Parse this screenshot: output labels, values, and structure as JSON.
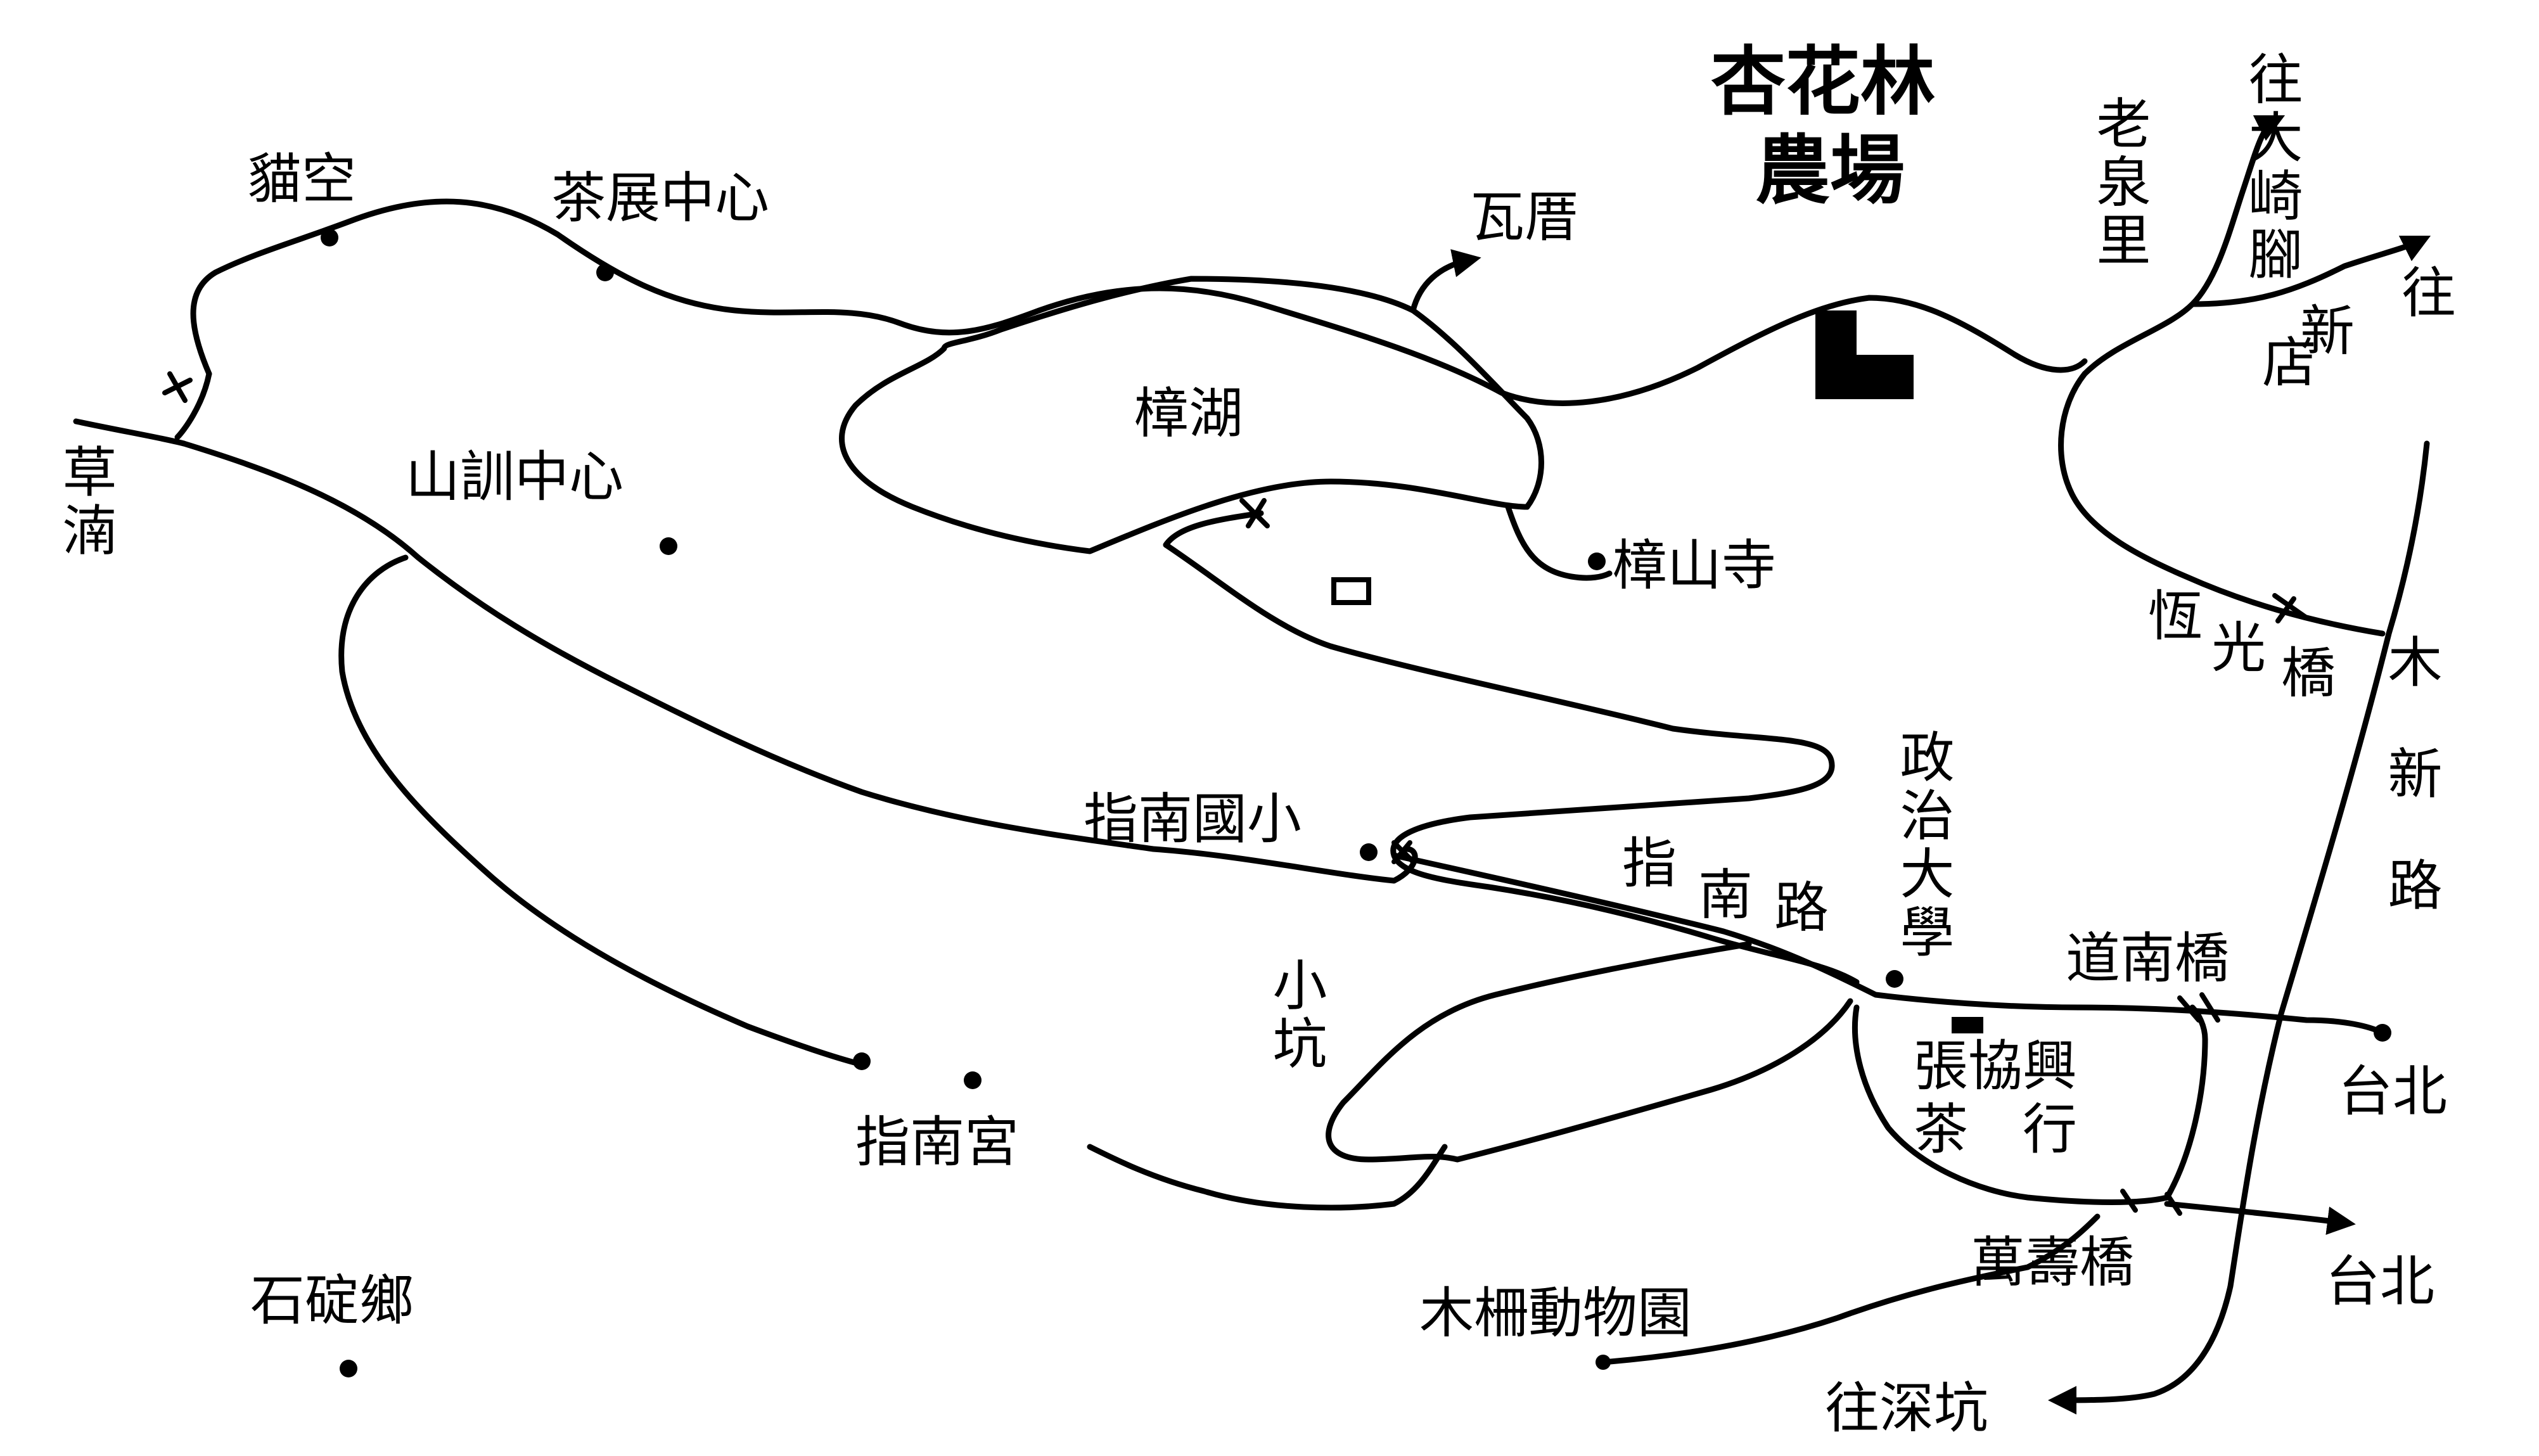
{
  "map": {
    "title_line1": "杏花林",
    "title_line2": "農場",
    "labels": {
      "maokong": "貓空",
      "tea_center": "茶展中心",
      "wacuo": "瓦厝",
      "laoquanli": "老泉里",
      "to_daqijiao": "往大崎腳",
      "to_xindian_1": "往",
      "to_xindian_2": "新",
      "to_xindian_3": "店",
      "caonan": "草湳",
      "shanxun_center": "山訓中心",
      "zhanghu": "樟湖",
      "zhangshan_temple": "樟山寺",
      "hengguang_bridge": "恆光橋",
      "muxin_road": "木新路",
      "nccu": "政治大學",
      "zhinan_school": "指南國小",
      "zhinan_road": "指南路",
      "xiaokeng": "小坑",
      "daonan_bridge": "道南橋",
      "zhangxiexing_1": "張協興",
      "zhangxiexing_2": "茶　行",
      "taipei_1": "台北",
      "zhinan_temple": "指南宮",
      "wanshou_bridge": "萬壽橋",
      "taipei_2": "台北",
      "shiding": "石碇鄉",
      "muzha_zoo": "木柵動物園",
      "to_shenkeng": "往深坑"
    }
  }
}
